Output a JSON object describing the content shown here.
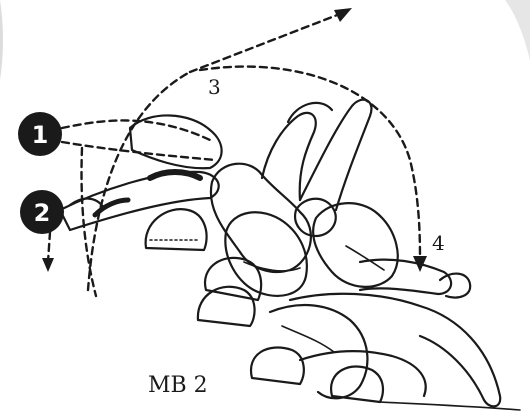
{
  "figure": {
    "caption": "MB 2",
    "markers": [
      {
        "id": "1",
        "style": "filled-circle"
      },
      {
        "id": "2",
        "style": "filled-circle"
      }
    ],
    "path_labels": [
      "3",
      "4"
    ],
    "colors": {
      "ink": "#1a1a1a",
      "paper": "#ffffff",
      "badge": "#1a1a1a"
    }
  }
}
